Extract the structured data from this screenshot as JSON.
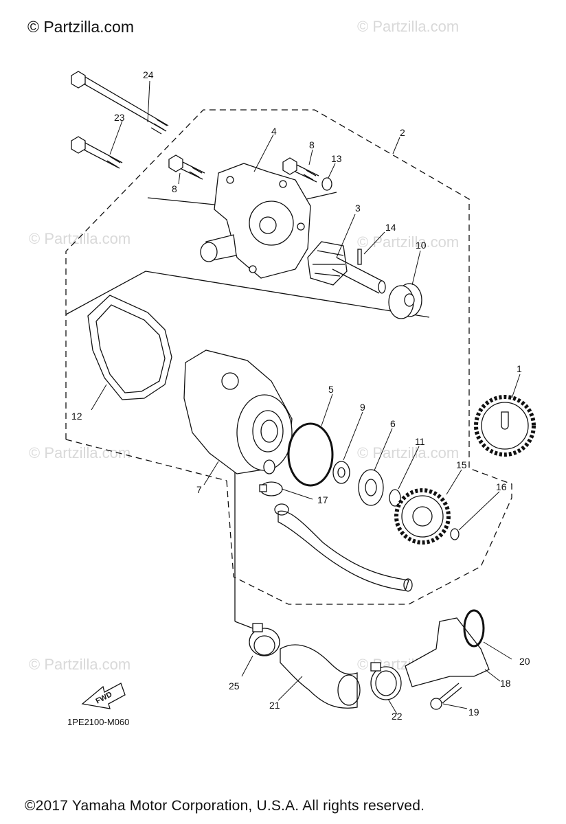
{
  "header": {
    "brand": "© Partzilla.com"
  },
  "watermark": "© Partzilla.com",
  "diagram_code": "1PE2100-M060",
  "fwd_label": "FWD",
  "copyright": "©2017  Yamaha Motor Corporation, U.S.A. All rights reserved.",
  "callouts": {
    "c1": "1",
    "c2": "2",
    "c3": "3",
    "c4": "4",
    "c5": "5",
    "c6": "6",
    "c7": "7",
    "c8a": "8",
    "c8b": "8",
    "c9": "9",
    "c10": "10",
    "c11": "11",
    "c12": "12",
    "c13": "13",
    "c14": "14",
    "c15": "15",
    "c16": "16",
    "c17": "17",
    "c18": "18",
    "c19": "19",
    "c20": "20",
    "c21": "21",
    "c22": "22",
    "c23": "23",
    "c24": "24",
    "c25": "25"
  }
}
